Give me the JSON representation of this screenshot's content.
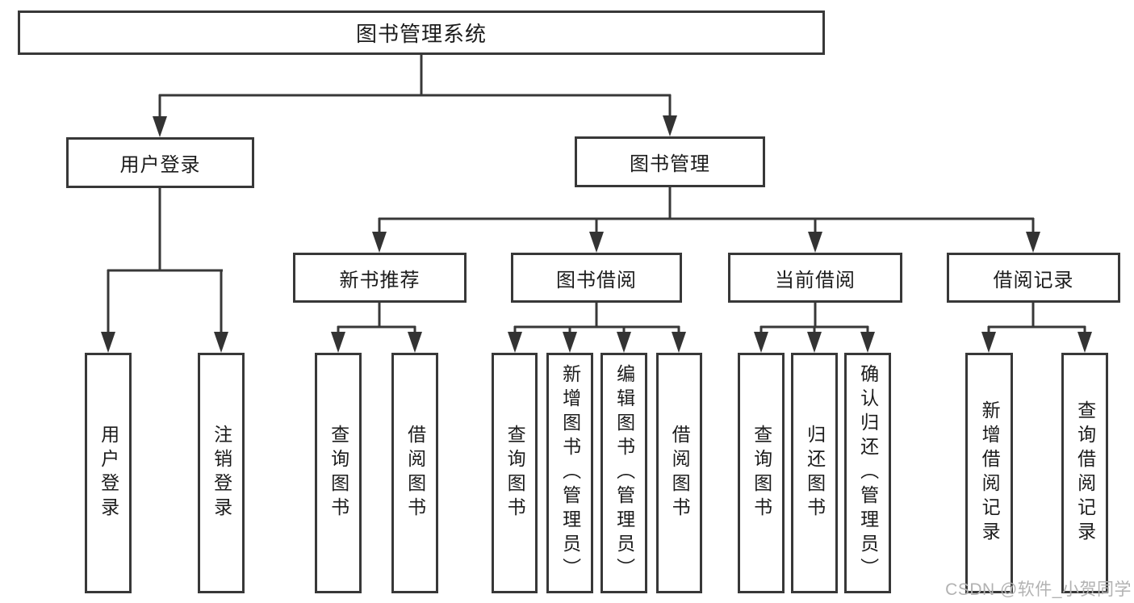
{
  "diagram": {
    "title": "图书管理系统",
    "tree": {
      "root": {
        "label": "图书管理系统",
        "children": [
          {
            "label": "用户登录",
            "children": [
              {
                "label": "用户登录"
              },
              {
                "label": "注销登录"
              }
            ]
          },
          {
            "label": "图书管理",
            "children": [
              {
                "label": "新书推荐",
                "children": [
                  {
                    "label": "查询图书"
                  },
                  {
                    "label": "借阅图书"
                  }
                ]
              },
              {
                "label": "图书借阅",
                "children": [
                  {
                    "label": "查询图书"
                  },
                  {
                    "label": "新增图书（管理员）"
                  },
                  {
                    "label": "编辑图书（管理员）"
                  },
                  {
                    "label": "借阅图书"
                  }
                ]
              },
              {
                "label": "当前借阅",
                "children": [
                  {
                    "label": "查询图书"
                  },
                  {
                    "label": "归还图书"
                  },
                  {
                    "label": "确认归还（管理员）"
                  }
                ]
              },
              {
                "label": "借阅记录",
                "children": [
                  {
                    "label": "新增借阅记录"
                  },
                  {
                    "label": "查询借阅记录"
                  }
                ]
              }
            ]
          }
        ]
      }
    },
    "colors": {
      "line": "#383838",
      "arrow": "#333333",
      "text": "#1c1c1c",
      "background": "#ffffff",
      "watermark_text": "#b2b2b2"
    }
  },
  "watermark": {
    "text": "CSDN @软件_小贺同学"
  }
}
